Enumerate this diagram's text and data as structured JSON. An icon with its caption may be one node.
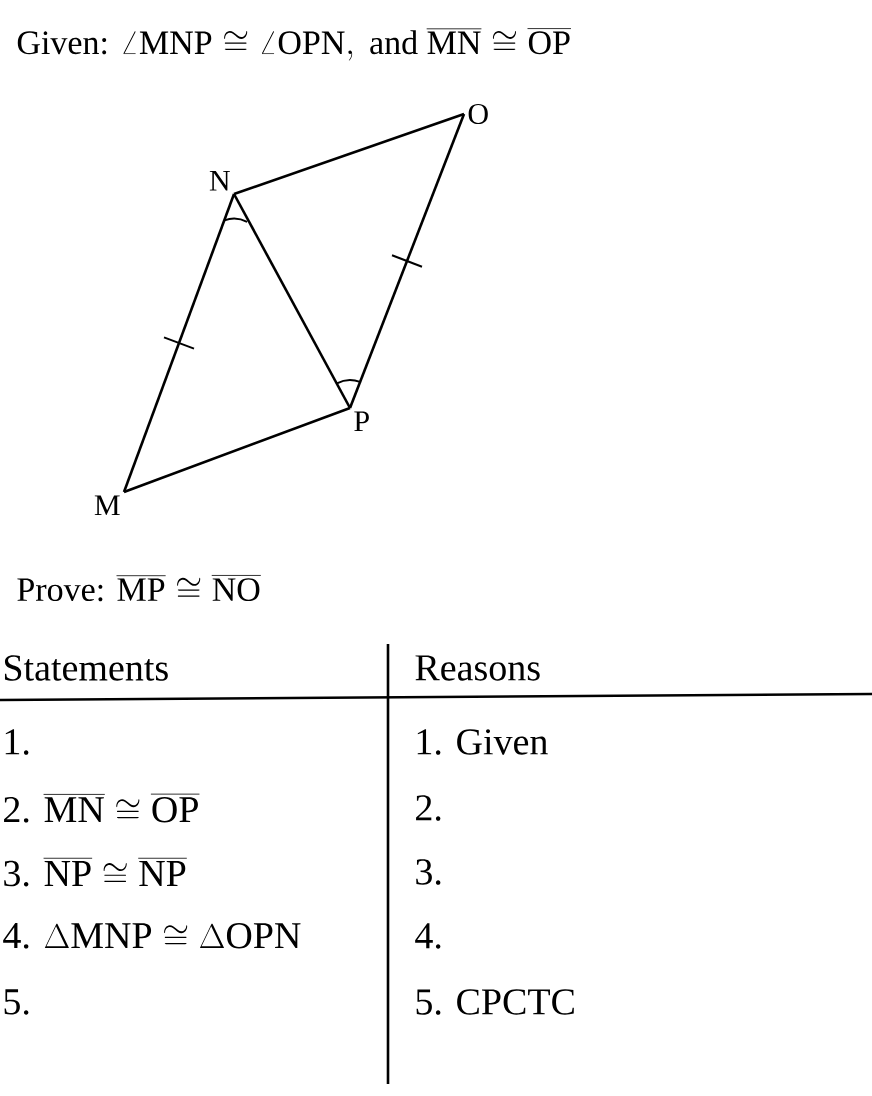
{
  "diagram": {
    "title": "\\mbox{Given: }\\angle\\mathrm{MNP}\\cong\\angle\\mathrm{OPN},\\mbox{ and }\\overline{\\mathrm{MN}}\\cong\\overline{\\mathrm{OP}}",
    "nodes": [
      {
        "text": [
          "M"
        ]
      },
      {
        "text": [
          "N"
        ]
      },
      {
        "text": [
          "O"
        ]
      },
      {
        "text": [
          "P"
        ]
      }
    ],
    "edges": [
      {
        "from": 1,
        "to": 2,
        "arrow": "none"
      },
      {
        "from": 2,
        "to": 3,
        "arrow": "none"
      },
      {
        "from": 1,
        "to": 3,
        "arrow": "none"
      },
      {
        "from": 3,
        "to": 0,
        "arrow": "none"
      },
      {
        "from": 0,
        "to": 1,
        "arrow": "none"
      }
    ],
    "labels": [
      "\\mbox{Prove: }\\overline{\\mathrm{MP}}\\cong\\overline{\\mathrm{NO}}",
      "\\mbox{Statements}",
      "\\mbox{Reasons}",
      "\\mbox{1.}",
      "\\mbox{1. Given}",
      "\\mbox{2. }\\overline{\\mathrm{MN}}\\cong\\overline{\\mathrm{OP}}",
      "\\mbox{2.}",
      "\\mbox{3. }\\overline{\\mathrm{NP}}\\cong\\overline{\\mathrm{NP}}",
      "\\mbox{3.}",
      "\\mbox{4. }\\Delta\\mathrm{MNP}\\cong\\Delta\\mathrm{OPN}",
      "\\mbox{4.}",
      "\\mbox{5.}",
      "\\mbox{5. CPCTC}"
    ]
  }
}
